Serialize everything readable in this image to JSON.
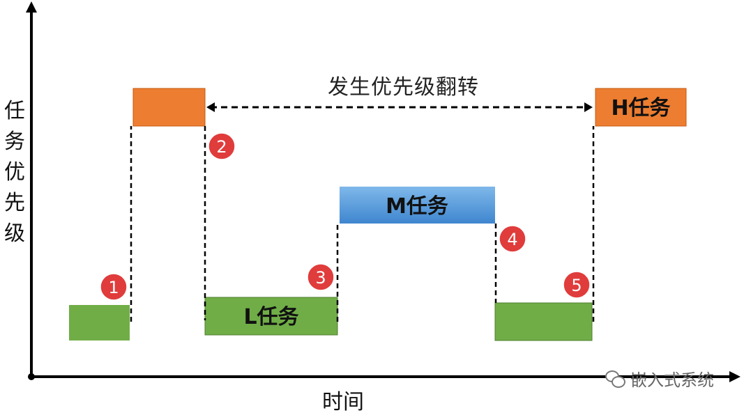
{
  "diagram": {
    "y_axis_label": "任务优先级",
    "x_axis_label": "时间",
    "inversion_label": "发生优先级翻转",
    "tasks": {
      "H": "H任务",
      "M": "M任务",
      "L": "L任务"
    },
    "steps": [
      "1",
      "2",
      "3",
      "4",
      "5"
    ],
    "watermark": "嵌入式系统",
    "colors": {
      "high": "#ed7d31",
      "medium_top": "#78b4e8",
      "medium_bottom": "#3a85d0",
      "low": "#70ad47",
      "step_badge": "#e03c3c",
      "axis": "#000000"
    }
  }
}
